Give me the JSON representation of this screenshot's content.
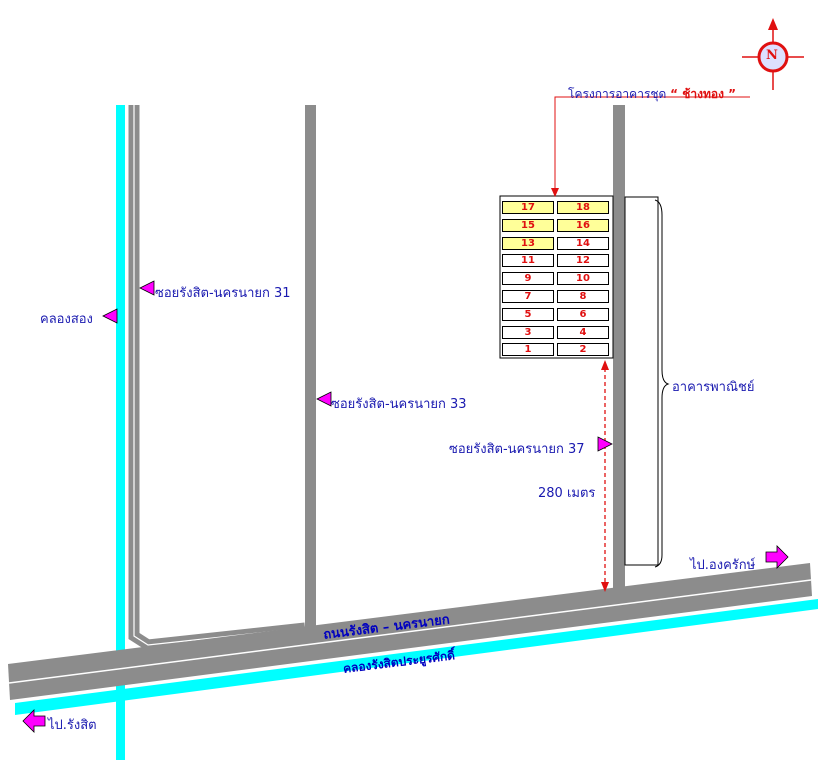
{
  "labels": {
    "canal_song": "คลองสอง",
    "soi_31": "ซอยรังสิต-นครนายก 31",
    "soi_33": "ซอยรังสิต-นครนายก 33",
    "soi_37": "ซอยรังสิต-นครนายก 37",
    "distance": "280 เมตร",
    "commercial": "อาคารพาณิชย์",
    "project_prefix": "โครงการอาคารชุด",
    "project_name": "“ ช้างทอง ”",
    "to_ongkharak": "ไป.องครักษ์",
    "to_rangsit": "ไป.รังสิต",
    "main_road": "ถนนรังสิต – นครนายก",
    "canal_main": "คลองรังสิตประยูรศักดิ์",
    "compass": "N"
  },
  "units": [
    {
      "left": "17",
      "right": "18",
      "left_hl": true,
      "right_hl": true
    },
    {
      "left": "15",
      "right": "16",
      "left_hl": true,
      "right_hl": true
    },
    {
      "left": "13",
      "right": "14",
      "left_hl": true,
      "right_hl": false
    },
    {
      "left": "11",
      "right": "12",
      "left_hl": false,
      "right_hl": false
    },
    {
      "left": "9",
      "right": "10",
      "left_hl": false,
      "right_hl": false
    },
    {
      "left": "7",
      "right": "8",
      "left_hl": false,
      "right_hl": false
    },
    {
      "left": "5",
      "right": "6",
      "left_hl": false,
      "right_hl": false
    },
    {
      "left": "3",
      "right": "4",
      "left_hl": false,
      "right_hl": false
    },
    {
      "left": "1",
      "right": "2",
      "left_hl": false,
      "right_hl": false
    }
  ],
  "colors": {
    "road": "#8c8c8c",
    "canal": "#00ffff",
    "label": "#1a1ab0",
    "accent_red": "#e01010",
    "marker": "#ff00ff",
    "highlight": "#ffff99"
  }
}
